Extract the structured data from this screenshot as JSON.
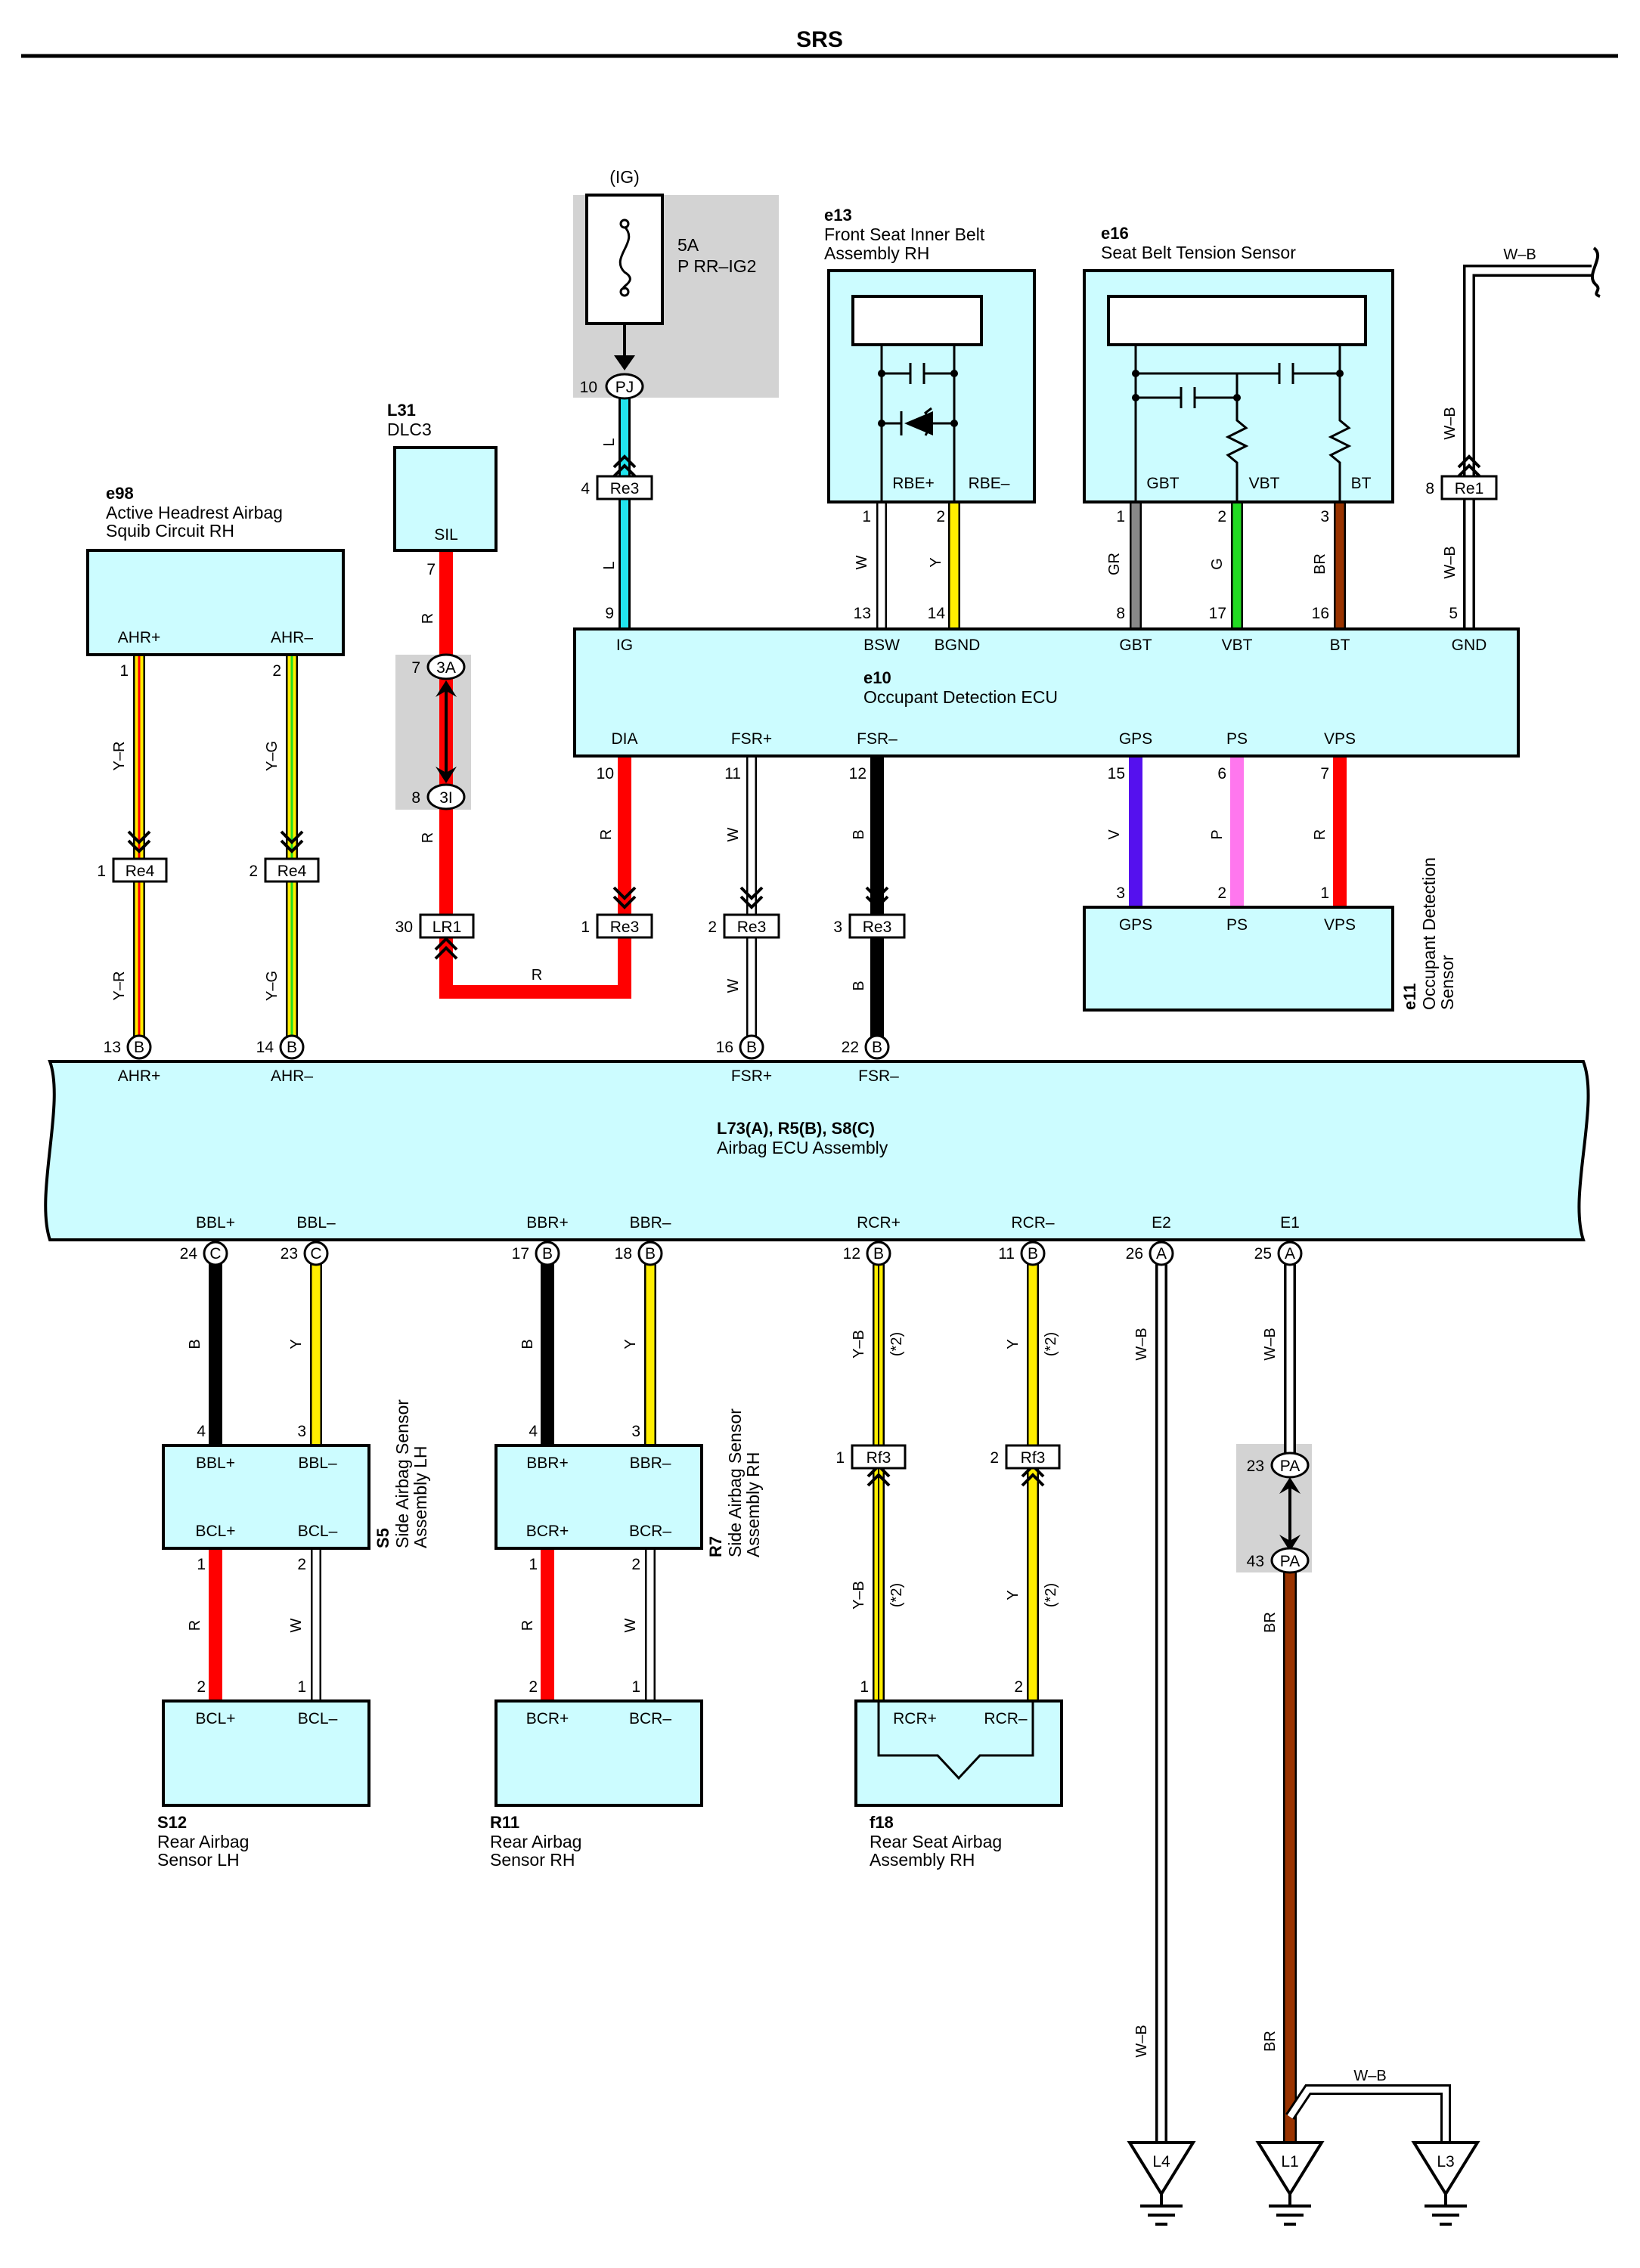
{
  "title": "SRS",
  "colors": {
    "box_fill": "#ccfcff",
    "grey": "#d3d3d3",
    "R": "#ff0000",
    "W": "#ffffff",
    "B": "#000000",
    "Y": "#ffee00",
    "L": "#22e4ee",
    "G": "#22dd22",
    "GR": "#888888",
    "BR": "#993300",
    "V": "#5511ee",
    "P": "#ff77ee"
  },
  "components": {
    "ig": {
      "label": "(IG)",
      "fuse_amp": "5A",
      "fuse_name": "P RR–IG2"
    },
    "e98": {
      "code": "e98",
      "name1": "Active Headrest Airbag",
      "name2": "Squib Circuit RH",
      "t1": "AHR+",
      "t2": "AHR–"
    },
    "l31": {
      "code": "L31",
      "name": "DLC3",
      "t1": "SIL"
    },
    "e13": {
      "code": "e13",
      "name1": "Front Seat Inner Belt",
      "name2": "Assembly RH",
      "t1": "RBE+",
      "t2": "RBE–"
    },
    "e16": {
      "code": "e16",
      "name": "Seat Belt Tension Sensor",
      "t1": "GBT",
      "t2": "VBT",
      "t3": "BT"
    },
    "e10": {
      "code": "e10",
      "name": "Occupant Detection ECU",
      "top": [
        "IG",
        "BSW",
        "BGND",
        "GBT",
        "VBT",
        "BT",
        "GND"
      ],
      "bottom": [
        "DIA",
        "FSR+",
        "FSR–",
        "GPS",
        "PS",
        "VPS"
      ]
    },
    "e11": {
      "code": "e11",
      "name1": "Occupant Detection",
      "name2": "Sensor",
      "t": [
        "GPS",
        "PS",
        "VPS"
      ]
    },
    "ecu": {
      "code": "L73(A), R5(B), S8(C)",
      "name": "Airbag ECU Assembly",
      "top": [
        "AHR+",
        "AHR–",
        "FSR+",
        "FSR–"
      ],
      "bottom": [
        "BBL+",
        "BBL–",
        "BBR+",
        "BBR–",
        "RCR+",
        "RCR–",
        "E2",
        "E1"
      ]
    },
    "s5": {
      "code": "S5",
      "name1": "Side Airbag Sensor",
      "name2": "Assembly LH",
      "t": [
        "BBL+",
        "BBL–",
        "BCL+",
        "BCL–"
      ]
    },
    "r7": {
      "code": "R7",
      "name1": "Side Airbag Sensor",
      "name2": "Assembly RH",
      "t": [
        "BBR+",
        "BBR–",
        "BCR+",
        "BCR–"
      ]
    },
    "s12": {
      "code": "S12",
      "name1": "Rear Airbag",
      "name2": "Sensor LH",
      "t": [
        "BCL+",
        "BCL–"
      ]
    },
    "r11": {
      "code": "R11",
      "name1": "Rear Airbag",
      "name2": "Sensor RH",
      "t": [
        "BCR+",
        "BCR–"
      ]
    },
    "f18": {
      "code": "f18",
      "name1": "Rear Seat Airbag",
      "name2": "Assembly RH",
      "t": [
        "RCR+",
        "RCR–"
      ]
    }
  },
  "connectors": {
    "pj": "PJ",
    "re3": "Re3",
    "re4": "Re4",
    "re1": "Re1",
    "a3": "3A",
    "i3": "3I",
    "lr1": "LR1",
    "rf3": "Rf3",
    "pa": "PA",
    "b": "B",
    "c": "C",
    "a": "A"
  },
  "wire_labels": {
    "L": "L",
    "R": "R",
    "W": "W",
    "Y": "Y",
    "B": "B",
    "G": "G",
    "GR": "GR",
    "BR": "BR",
    "WB": "W–B",
    "YR": "Y–R",
    "YG": "Y–G",
    "YB": "Y–B",
    "V": "V",
    "P": "P",
    "note": "(*2)"
  },
  "pins": {
    "n1": "1",
    "n2": "2",
    "n3": "3",
    "n4": "4",
    "n5": "5",
    "n6": "6",
    "n7": "7",
    "n8": "8",
    "n9": "9",
    "n10": "10",
    "n11": "11",
    "n12": "12",
    "n13": "13",
    "n14": "14",
    "n15": "15",
    "n16": "16",
    "n17": "17",
    "n18": "18",
    "n22": "22",
    "n23": "23",
    "n24": "24",
    "n25": "25",
    "n26": "26",
    "n30": "30",
    "n43": "43"
  },
  "grounds": [
    "L4",
    "L1",
    "L3"
  ]
}
